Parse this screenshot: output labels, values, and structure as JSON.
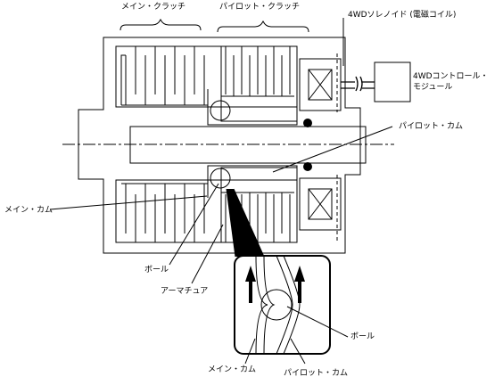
{
  "labels": {
    "main_clutch": "メイン・クラッチ",
    "pilot_clutch": "パイロット・クラッチ",
    "solenoid": "4WDソレノイド (電磁コイル)",
    "control_module_line1": "4WDコントロール・",
    "control_module_line2": "モジュール",
    "pilot_cam": "パイロット・カム",
    "main_cam": "メイン・カム",
    "ball": "ボール",
    "armature": "アーマチュア",
    "detail_ball": "ボール",
    "detail_main_cam": "メイン・カム",
    "detail_pilot_cam": "パイロット・カム"
  },
  "colors": {
    "line": "#000000",
    "background": "#ffffff"
  }
}
